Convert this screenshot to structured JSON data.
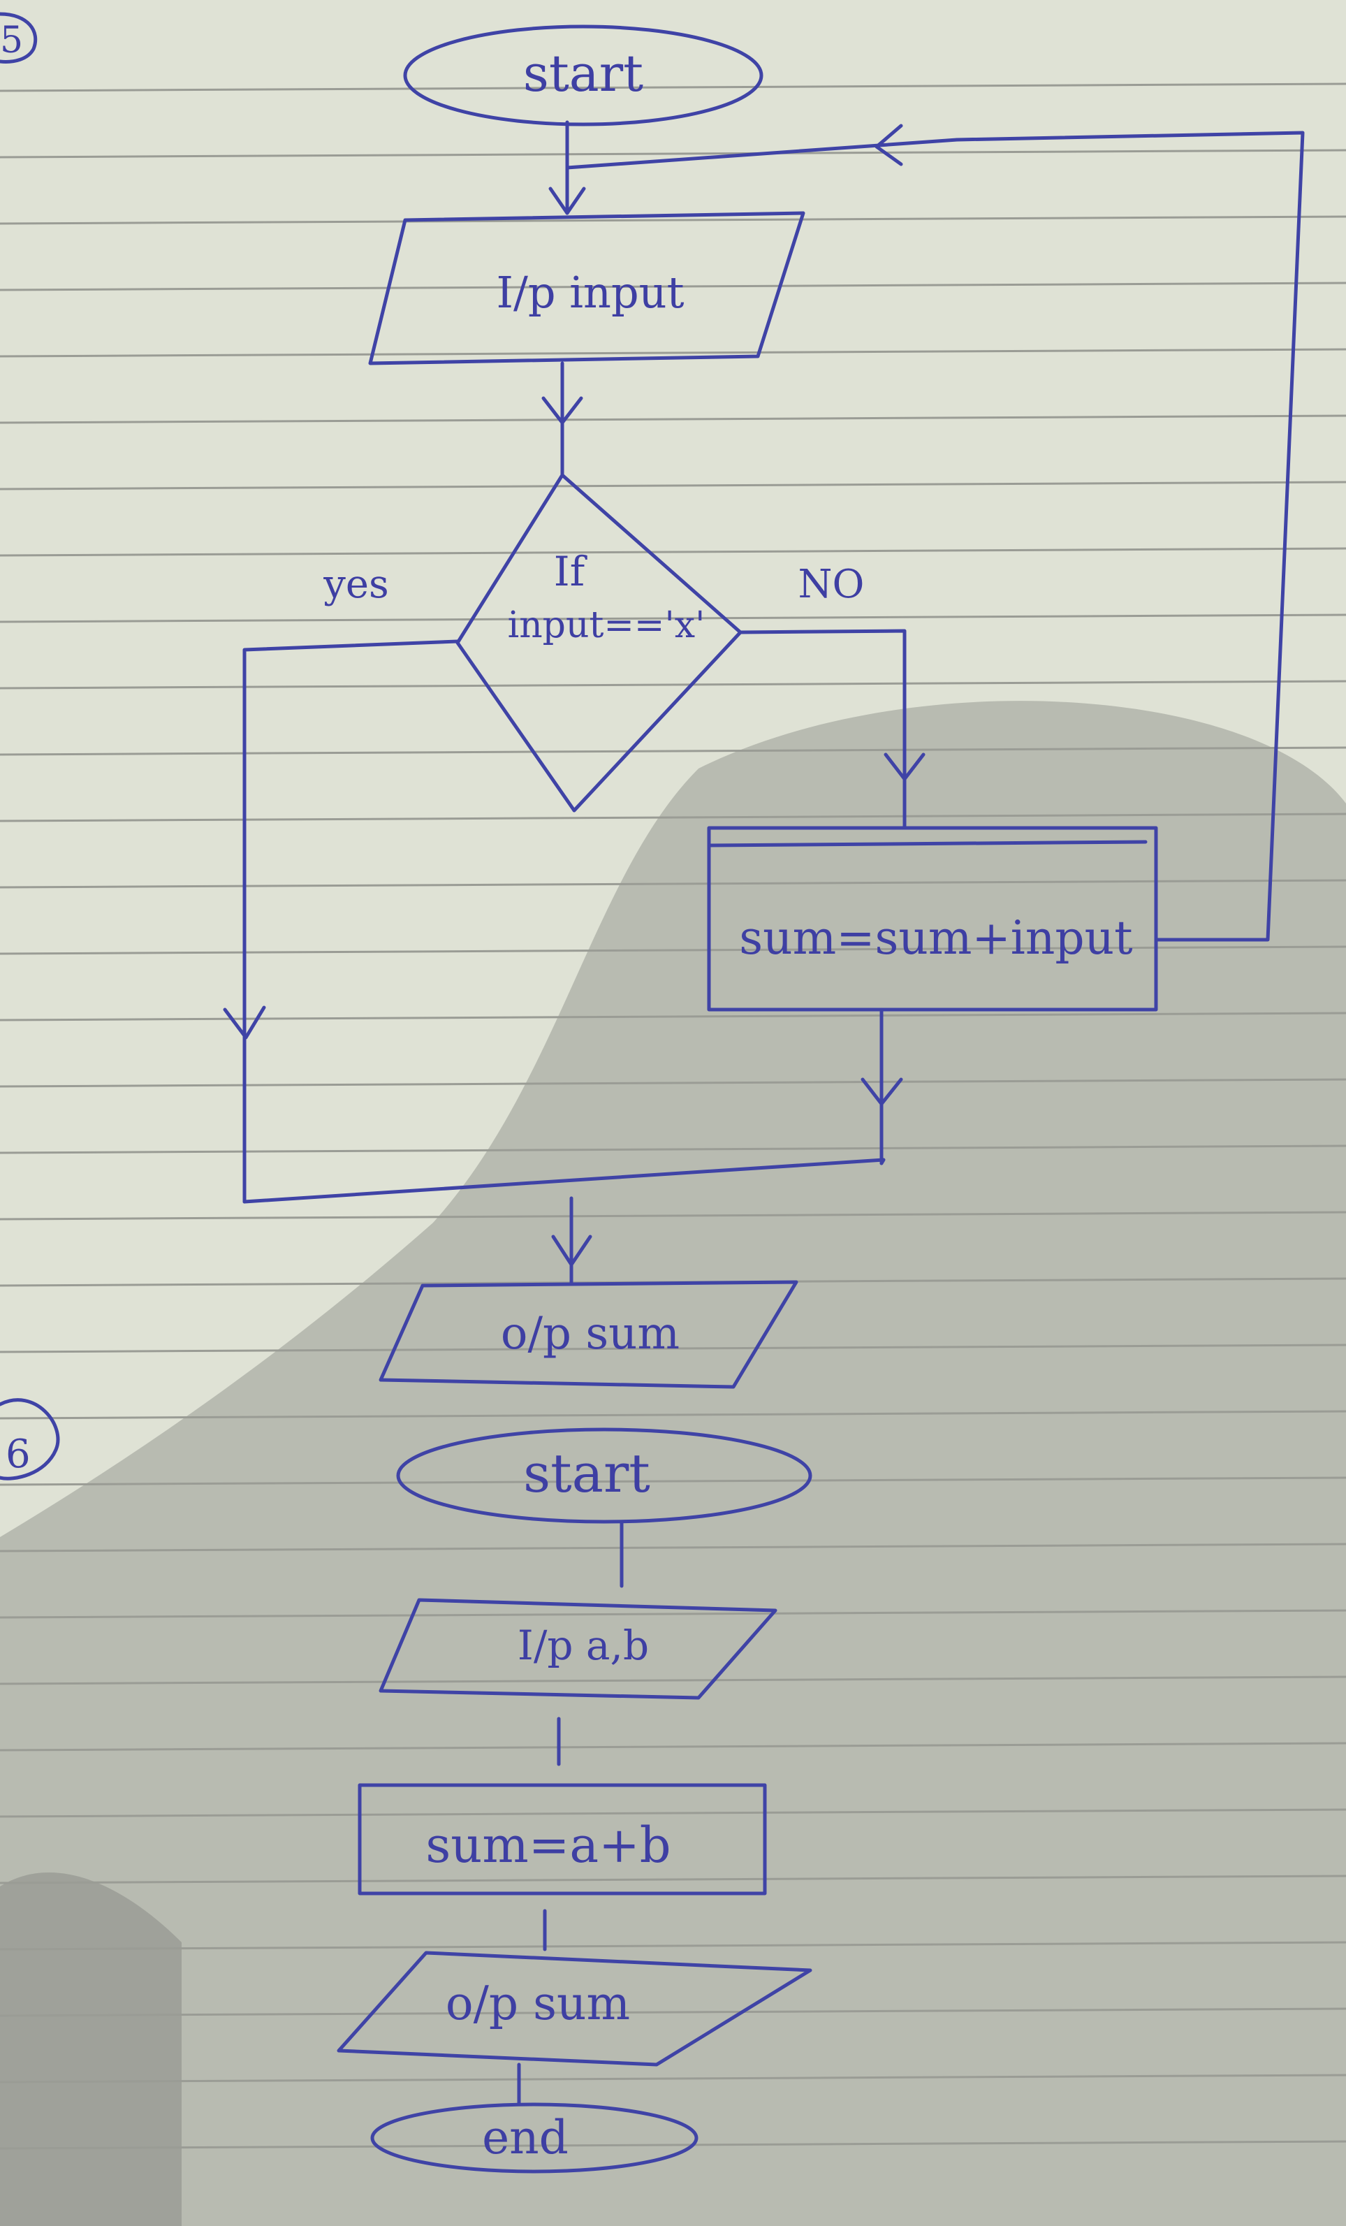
{
  "diagram_5": {
    "number": "5",
    "start": "start",
    "input": "I/p input",
    "decision_line1": "If",
    "decision_line2": "input=='x'",
    "yes_label": "yes",
    "no_label": "NO",
    "process": "sum=sum+input",
    "output": "o/p sum"
  },
  "diagram_6": {
    "number": "6",
    "start": "start",
    "input": "I/p a,b",
    "process": "sum=a+b",
    "output": "o/p sum",
    "end": "end"
  }
}
